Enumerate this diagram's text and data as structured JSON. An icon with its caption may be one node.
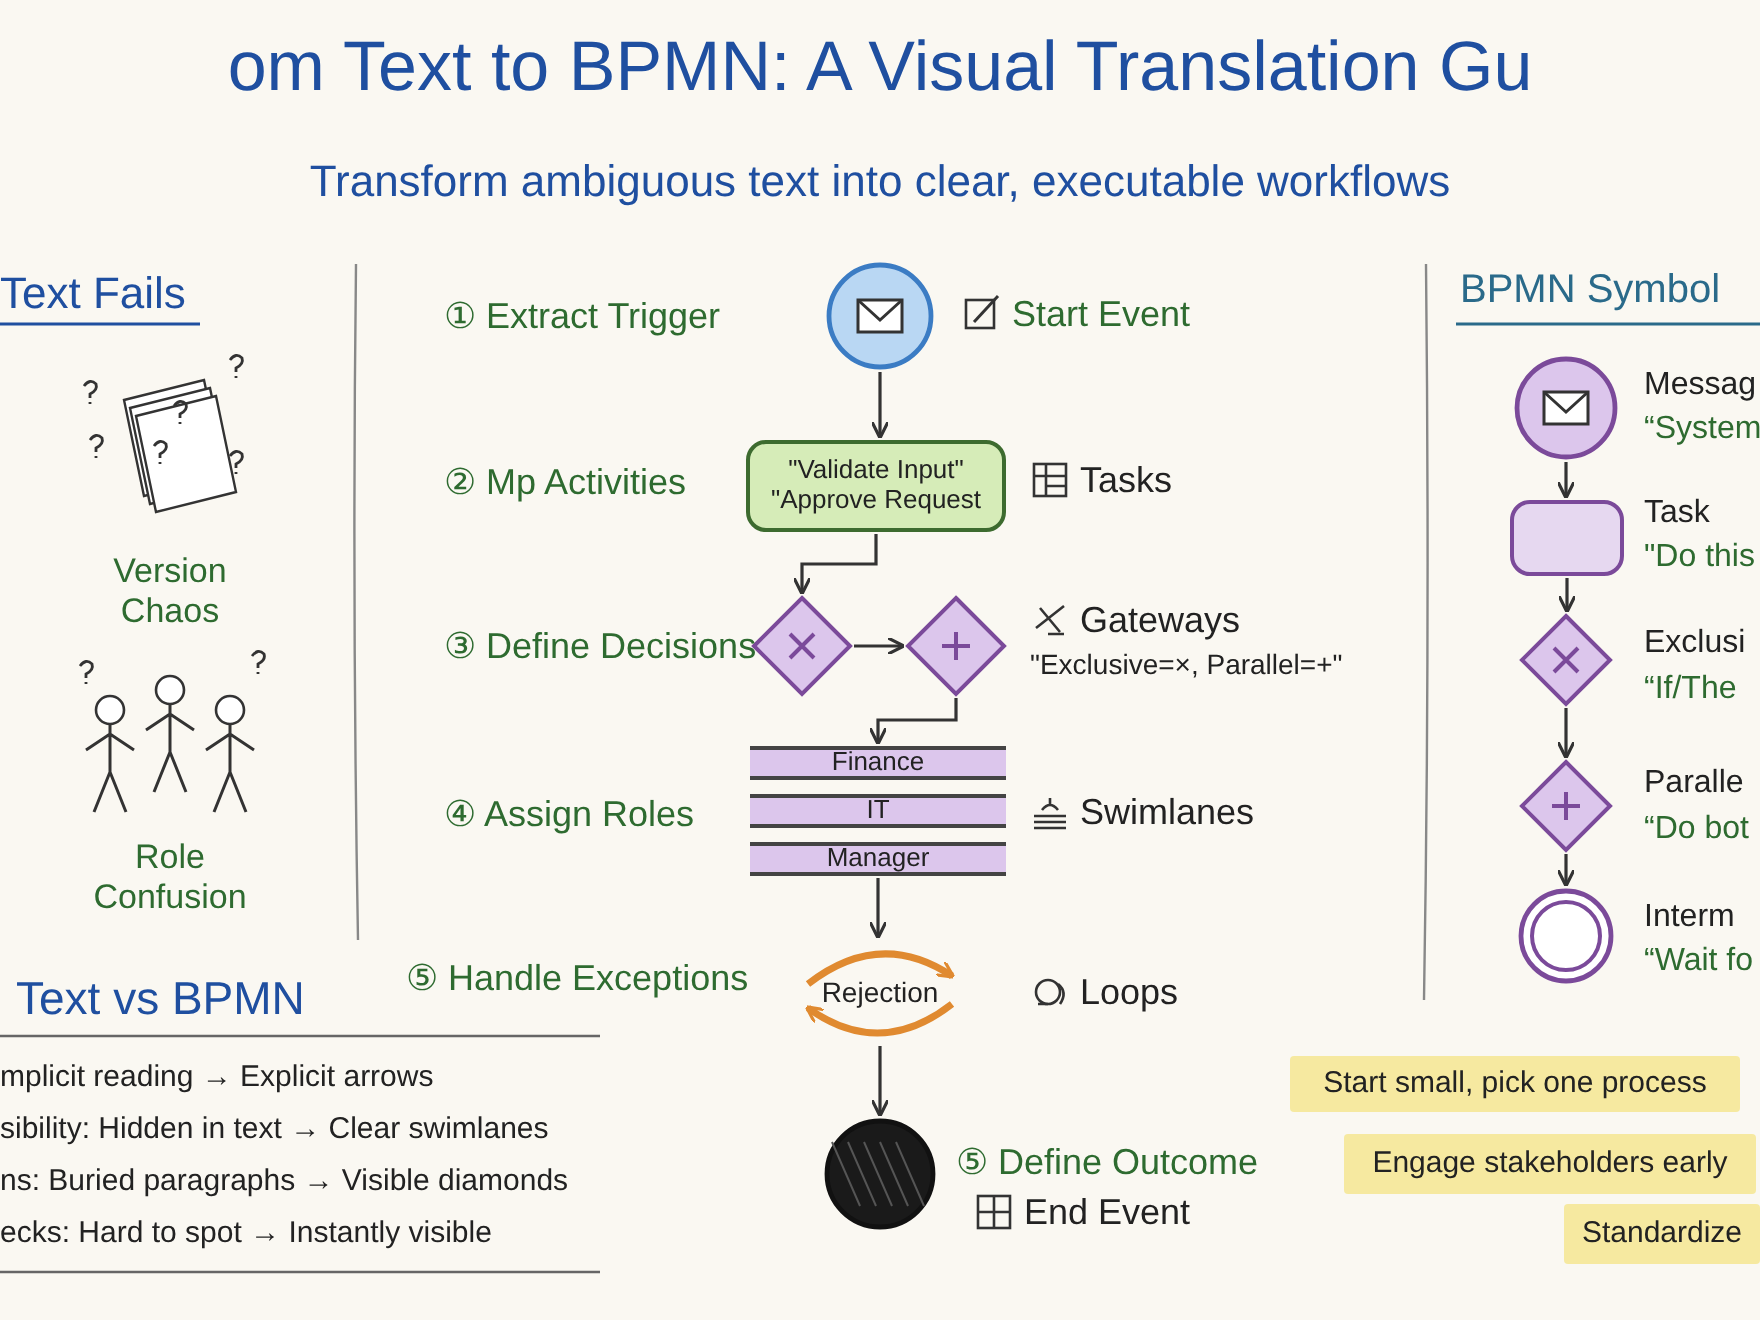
{
  "diagram": {
    "title": "om Text to BPMN: A Visual Translation Gu",
    "nodes": [
      {
        "text": [],
        "shape": "circle",
        "beside": [
          "① Extract Trigger",
          "Start Event"
        ]
      },
      {
        "text": [
          "\"Validate Input\"",
          "\"Approve Request"
        ],
        "beside": [
          "② Mp Activities",
          "Tasks"
        ]
      },
      {
        "text": [],
        "shape": "diamond",
        "beside": [
          "③ Define Decisions"
        ]
      },
      {
        "text": [],
        "shape": "diamond",
        "beside": [
          "Gateways",
          "\"Exclusive=×, Parallel=+\""
        ]
      },
      {
        "text": [
          "Finance"
        ]
      },
      {
        "text": [
          "IT"
        ],
        "beside": [
          "④ Assign Roles",
          "Swimlanes"
        ]
      },
      {
        "text": [
          "Manager"
        ]
      },
      {
        "text": [
          "Rejection"
        ],
        "beside": [
          "⑤ Handle Exceptions",
          "Loops"
        ]
      },
      {
        "text": [],
        "shape": "circle",
        "beside": [
          "⑤ Define Outcome",
          "End Event"
        ]
      },
      {
        "text": [],
        "shape": "circle",
        "beside": [
          "Messag",
          "“System"
        ]
      },
      {
        "text": [],
        "shape": "box",
        "beside": [
          "Task",
          "\"Do this"
        ]
      },
      {
        "text": [],
        "shape": "diamond",
        "beside": [
          "Exclusi",
          "“If/The"
        ]
      },
      {
        "text": [],
        "shape": "diamond",
        "beside": [
          "Paralle",
          "“Do bot"
        ]
      },
      {
        "text": [],
        "shape": "circle",
        "beside": [
          "Interm",
          "“Wait fo"
        ]
      },
      {
        "text": [
          "Start small, pick one process"
        ]
      },
      {
        "text": [
          "Engage stakeholders early"
        ]
      },
      {
        "text": [
          "Standardize"
        ]
      }
    ],
    "edges": [
      {
        "from": 0,
        "to": 1,
        "arrow": "to"
      },
      {
        "from": 1,
        "to": 2,
        "arrow": "to"
      },
      {
        "from": 2,
        "to": 3,
        "arrow": "to"
      },
      {
        "from": 3,
        "to": 4,
        "arrow": "to"
      },
      {
        "from": 6,
        "to": 7,
        "arrow": "to"
      },
      {
        "from": 7,
        "to": 8,
        "arrow": "to"
      },
      {
        "from": 9,
        "to": 10,
        "arrow": "to"
      },
      {
        "from": 10,
        "to": 11,
        "arrow": "to"
      },
      {
        "from": 11,
        "to": 12,
        "arrow": "to"
      },
      {
        "from": 12,
        "to": 13,
        "arrow": "to"
      }
    ],
    "labels": [
      "Transform ambiguous text into clear, executable workflows",
      "Text Fails",
      "BPMN Symbol",
      "Version Chaos",
      "Role Confusion",
      "Text vs BPMN",
      "mplicit reading → Explicit arrows",
      "sibility: Hidden in text → Clear swimlanes",
      "ns: Buried paragraphs → Visible diamonds",
      "ecks: Hard to spot → Instantly visible"
    ]
  }
}
